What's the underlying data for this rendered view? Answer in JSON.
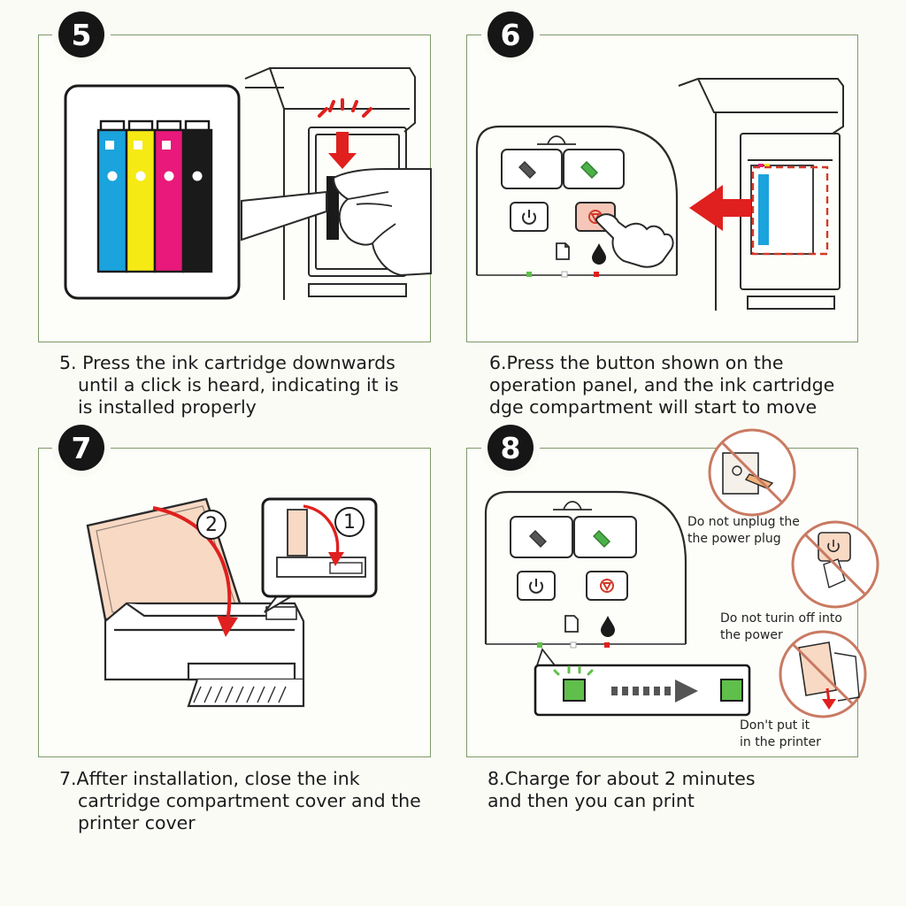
{
  "steps": [
    {
      "number": "5",
      "caption_lines": [
        "5. Press the ink cartridge downwards",
        "until a click is heard, indicating it is",
        "is installed properly"
      ]
    },
    {
      "number": "6",
      "caption_lines": [
        "6.Press the button shown on the",
        "operation panel, and the ink cartridge",
        "dge compartment will start to move"
      ]
    },
    {
      "number": "7",
      "caption_lines": [
        "7.Affter installation, close the ink",
        "cartridge compartment cover and the",
        "printer cover"
      ],
      "callouts": [
        "2",
        "1"
      ]
    },
    {
      "number": "8",
      "caption_lines": [
        "8.Charge for about 2 minutes",
        "and then you can print"
      ],
      "warnings": [
        {
          "lines": [
            "Do not unplug the",
            "the power plug"
          ],
          "icon": "no-unplug-icon"
        },
        {
          "lines": [
            "Do not turin off into",
            "the power"
          ],
          "icon": "no-power-off-icon"
        },
        {
          "lines": [
            "Don't put it",
            "in the printer"
          ],
          "icon": "no-paper-icon"
        }
      ]
    }
  ],
  "colors": {
    "panel_border": "#7e9a6a",
    "arrow_red": "#e0201e",
    "ink_cyan": "#1aa3dc",
    "ink_yellow": "#f5ea14",
    "ink_magenta": "#e8197a",
    "ink_black": "#1a1a1a",
    "led_green": "#5fbf4a",
    "prohibit_ring": "#c97a62"
  }
}
